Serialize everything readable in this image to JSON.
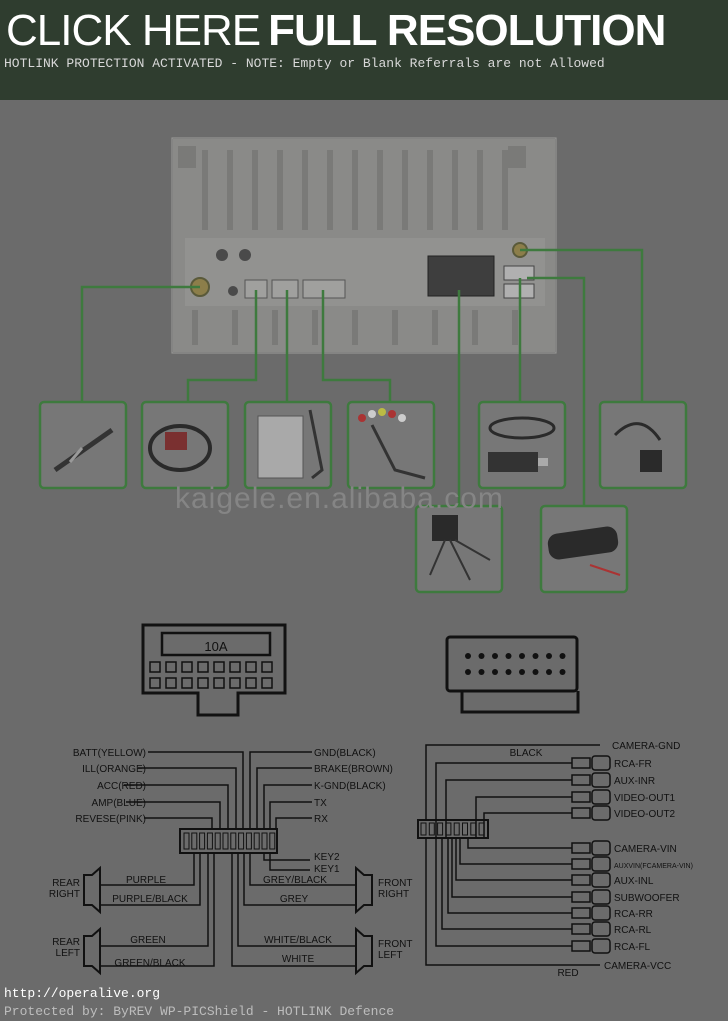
{
  "banner": {
    "title_left": "CLICK HERE",
    "title_right": "FULL RESOLUTION",
    "notice": "HOTLINK PROTECTION ACTIVATED - NOTE: Empty or Blank Referrals are not Allowed"
  },
  "watermark": "kaigele.en.alibaba.com",
  "connector_label": "10A",
  "harness_left": {
    "left_labels": [
      "BATT(YELLOW)",
      "ILL(ORANGE)",
      "ACC(RED)",
      "AMP(BLUE)",
      "REVESE(PINK)"
    ],
    "right_labels": [
      "GND(BLACK)",
      "BRAKE(BROWN)",
      "K-GND(BLACK)",
      "TX",
      "RX",
      "KEY2",
      "KEY1"
    ],
    "speakers": [
      {
        "label": "REAR\nRIGHT",
        "wire_top": "PURPLE",
        "wire_bottom": "PURPLE/BLACK"
      },
      {
        "label": "REAR\nLEFT",
        "wire_top": "GREEN",
        "wire_bottom": "GREEN/BLACK"
      },
      {
        "label": "FRONT\nRIGHT",
        "wire_top": "GREY/BLACK",
        "wire_bottom": "GREY"
      },
      {
        "label": "FRONT\nLEFT",
        "wire_top": "WHITE/BLACK",
        "wire_bottom": "WHITE"
      }
    ]
  },
  "harness_right": {
    "top_wire": "BLACK",
    "bottom_wire": "RED",
    "top_end": "CAMERA-GND",
    "bottom_end": "CAMERA-VCC",
    "rca_labels": [
      "RCA-FR",
      "AUX-INR",
      "VIDEO-OUT1",
      "VIDEO-OUT2",
      "CAMERA-VIN",
      "AUXVIN(FCAMERA-VIN)",
      "AUX-INL",
      "SUBWOOFER",
      "RCA-RR",
      "RCA-RL",
      "RCA-FL"
    ]
  },
  "footer": {
    "url": "http://operalive.org",
    "protection": "Protected by: ByREV WP-PICShield - HOTLINK Defence"
  }
}
